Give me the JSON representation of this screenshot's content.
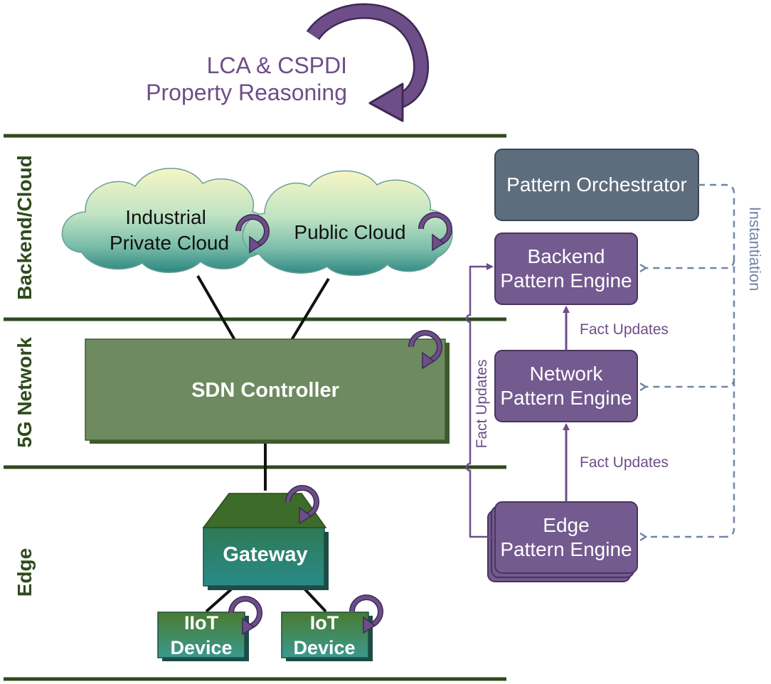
{
  "header": {
    "reasoning_line1": "LCA & CSPDI",
    "reasoning_line2": "Property Reasoning"
  },
  "layers": {
    "backend": "Backend/Cloud",
    "network": "5G Network",
    "edge": "Edge"
  },
  "clouds": {
    "private_line1": "Industrial",
    "private_line2": "Private Cloud",
    "public": "Public Cloud"
  },
  "network": {
    "sdn_controller": "SDN Controller"
  },
  "edge": {
    "gateway": "Gateway",
    "iiot_line1": "IIoT",
    "iiot_line2": "Device",
    "iot_line1": "IoT",
    "iot_line2": "Device"
  },
  "engines": {
    "orchestrator": "Pattern Orchestrator",
    "backend_line1": "Backend",
    "backend_line2": "Pattern Engine",
    "network_line1": "Network",
    "network_line2": "Pattern Engine",
    "edge_line1": "Edge",
    "edge_line2": "Pattern Engine"
  },
  "arrows": {
    "fact_updates_upper": "Fact Updates",
    "fact_updates_lower": "Fact Updates",
    "fact_updates_vertical": "Fact Updates",
    "instantiation": "Instantiation"
  },
  "colors": {
    "layer_line": "#2f4a1e",
    "purple": "#6d4e88",
    "engine_fill": "#735a8f",
    "orchestrator_fill": "#5d6d7e",
    "sdn_fill": "#6e8a60",
    "dashed_blue": "#7086a6"
  }
}
